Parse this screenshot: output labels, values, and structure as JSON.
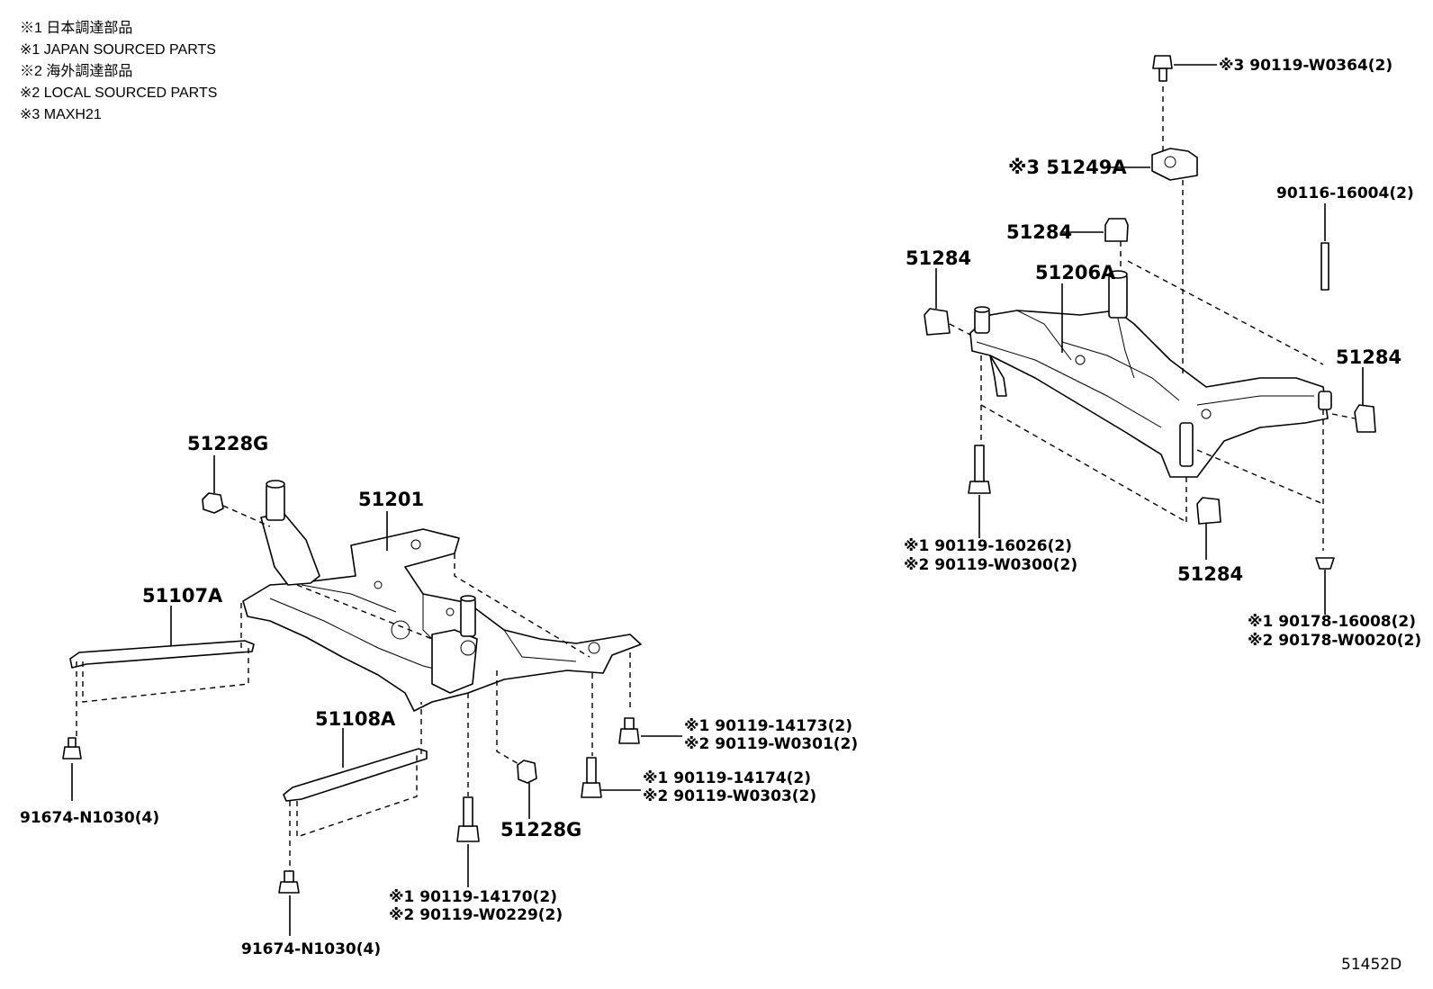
{
  "notes": [
    "※1 日本調達部品",
    "※1 JAPAN SOURCED PARTS",
    "※2 海外調達部品",
    "※2 LOCAL SOURCED PARTS",
    "※3 MAXH21"
  ],
  "figure_id": "51452D",
  "front": {
    "p51228G_top": "51228G",
    "p51201": "51201",
    "p51107A": "51107A",
    "p51108A": "51108A",
    "p51228G_bottom": "51228G",
    "bolt_left": "91674-N1030(4)",
    "bolt_center": "91674-N1030(4)",
    "b14170_1": "※1 90119-14170(2)",
    "b14170_2": "※2 90119-W0229(2)",
    "b14173_1": "※1 90119-14173(2)",
    "b14173_2": "※2 90119-W0301(2)",
    "b14174_1": "※1 90119-14174(2)",
    "b14174_2": "※2 90119-W0303(2)"
  },
  "rear": {
    "b_top": "※3 90119-W0364(2)",
    "p51249A": "※3 51249A",
    "p51284_top": "51284",
    "p51284_left": "51284",
    "p51206A": "51206A",
    "stud": "90116-16004(2)",
    "p51284_right": "51284",
    "p51284_bottom": "51284",
    "b16026_1": "※1 90119-16026(2)",
    "b16026_2": "※2 90119-W0300(2)",
    "n16008_1": "※1 90178-16008(2)",
    "n16008_2": "※2 90178-W0020(2)"
  }
}
